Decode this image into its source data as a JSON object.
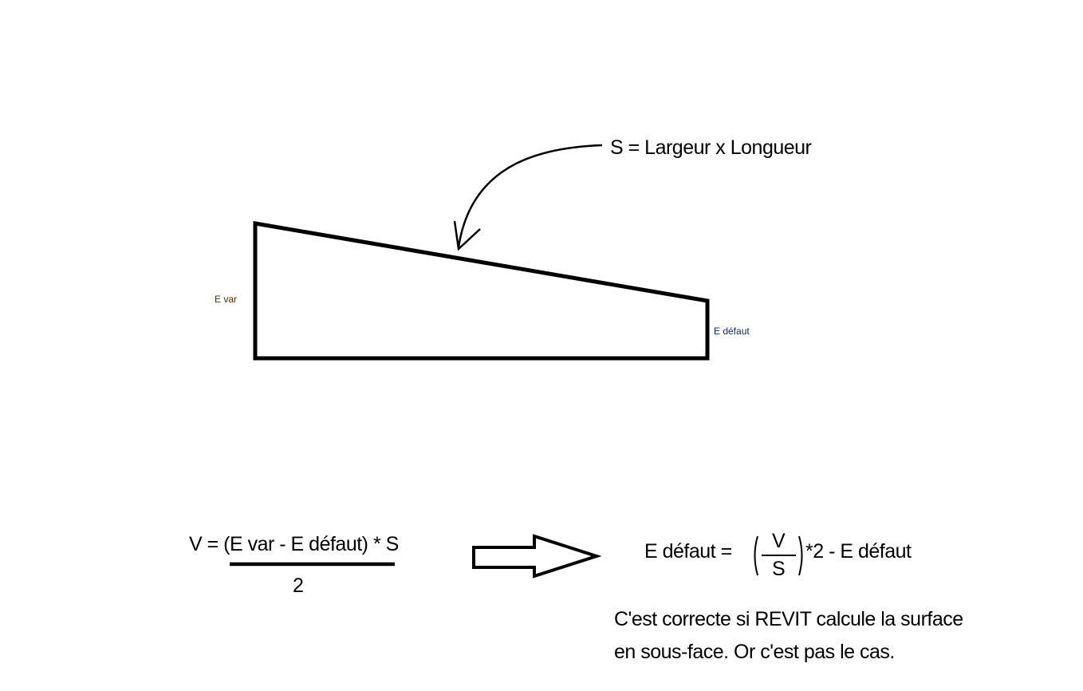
{
  "labels": {
    "surface_formula": "S = Largeur x Longueur",
    "e_var": "E var",
    "e_defaut": "E défaut"
  },
  "formula_left": {
    "numerator": "V = (E var - E défaut) * S",
    "denominator": "2"
  },
  "formula_right": {
    "lhs": "E défaut =",
    "frac_num": "V",
    "frac_den": "S",
    "rhs": "*2 - E défaut"
  },
  "note": {
    "line1": "C'est correcte si REVIT calcule la surface",
    "line2": "en sous-face. Or c'est pas le cas."
  },
  "colors": {
    "e_var": "#5a2a00",
    "e_defaut": "#0b2a66",
    "ink": "#000000"
  }
}
